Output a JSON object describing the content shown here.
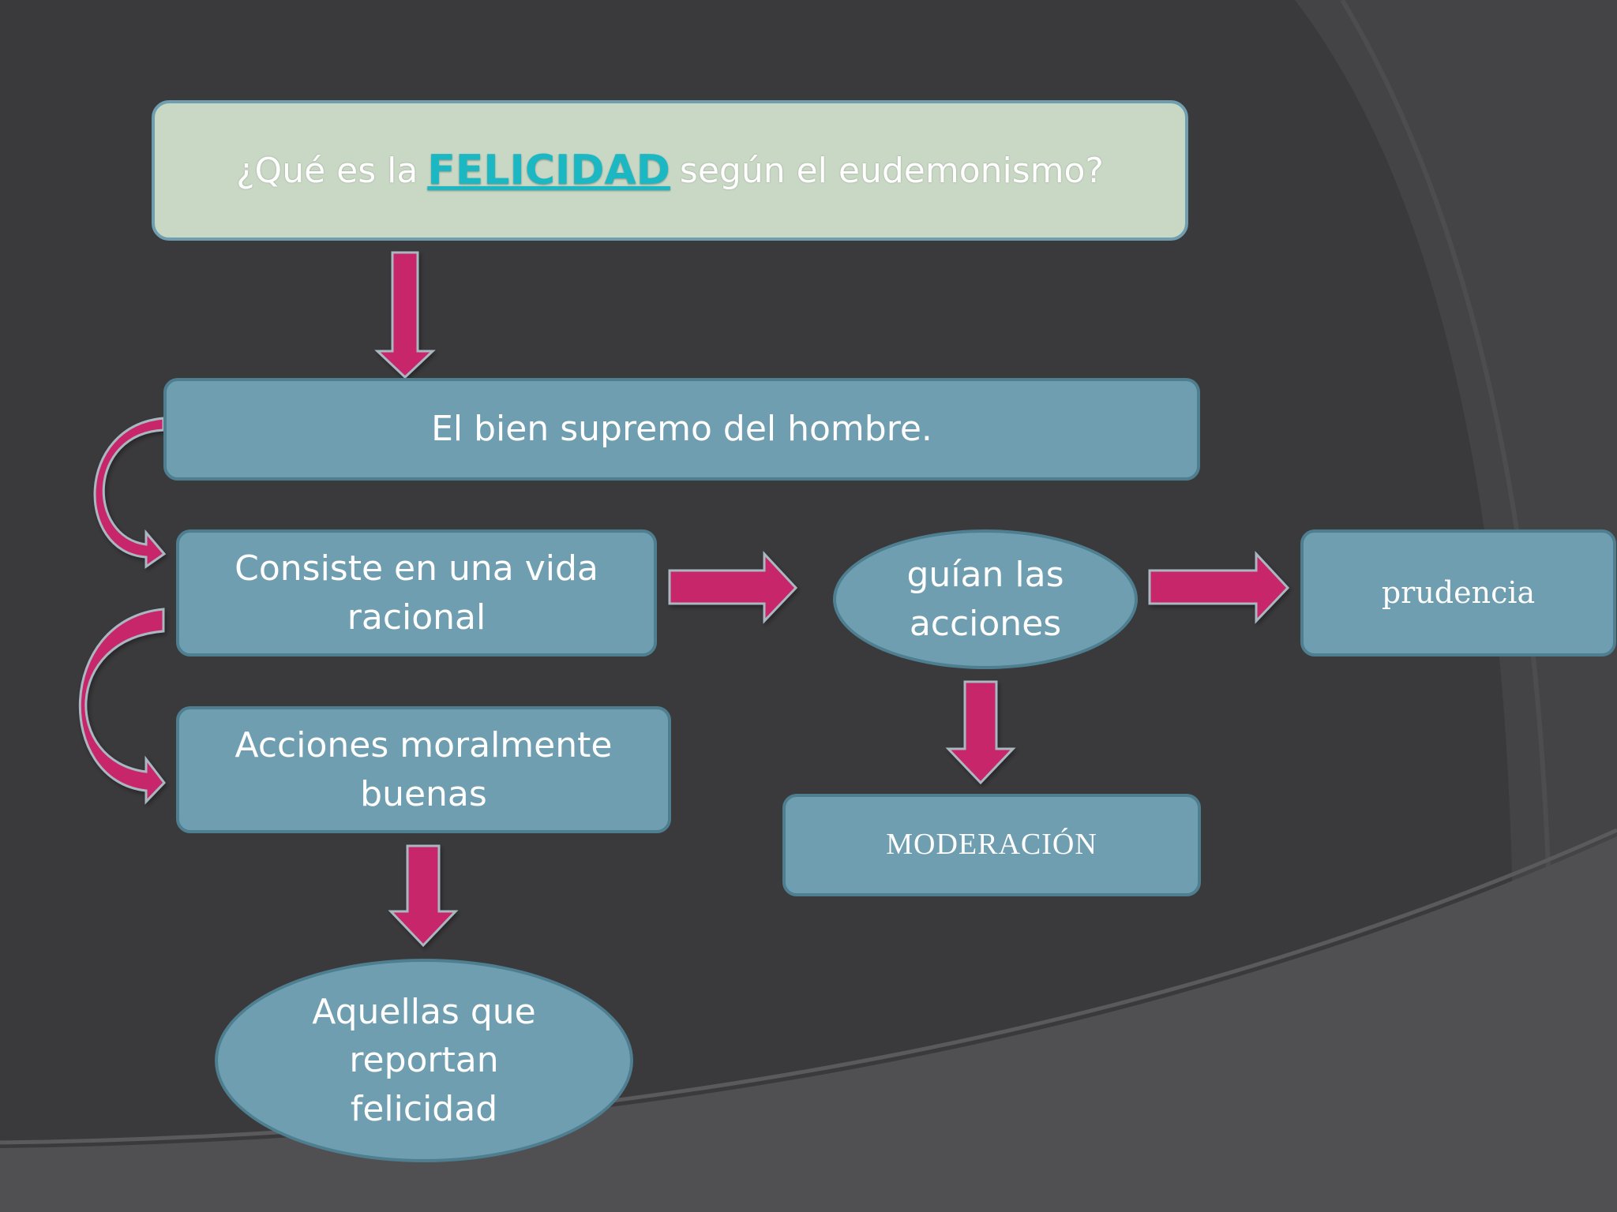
{
  "diagram": {
    "title_pre": "¿Qué es la",
    "title_emph": "FELICIDAD",
    "title_post": "según el eudemonismo?",
    "nodes": {
      "bien_supremo": "El bien supremo del hombre.",
      "vida_racional": "Consiste en una vida racional",
      "acciones_buenas": "Acciones moralmente buenas",
      "reportan_felicidad": "Aquellas que reportan felicidad",
      "guian_acciones": "guían las acciones",
      "prudencia": "prudencia",
      "moderacion": "MODERACIÓN"
    },
    "colors": {
      "background": "#3a393b",
      "box_fill": "#6f9eb0",
      "title_fill": "#c9d8c4",
      "arrow": "#c8266a",
      "emphasis": "#1bb8c4"
    }
  }
}
